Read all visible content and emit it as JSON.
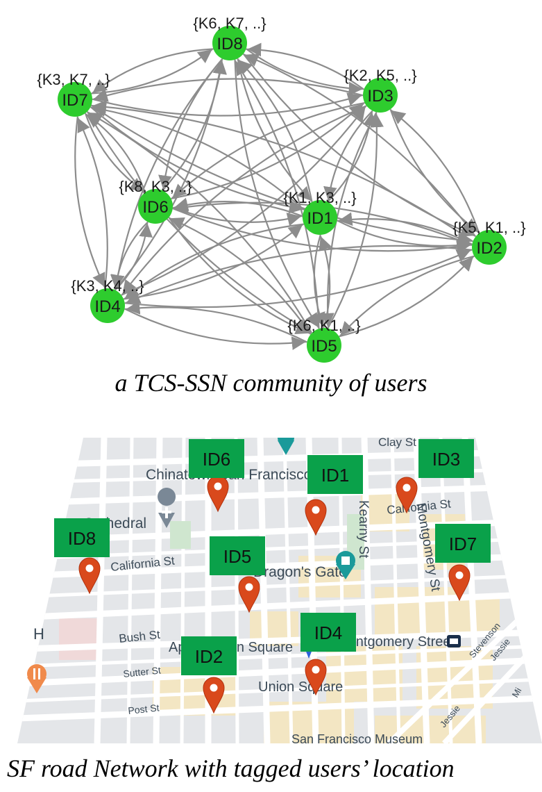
{
  "graph": {
    "nodes": [
      {
        "id": "ID8",
        "keywords": "{K6, K7, ..}"
      },
      {
        "id": "ID7",
        "keywords": "{K3, K7, ..}"
      },
      {
        "id": "ID3",
        "keywords": "{K2, K5, ..}"
      },
      {
        "id": "ID6",
        "keywords": "{K8, K3, ..}"
      },
      {
        "id": "ID1",
        "keywords": "{K1, K3, ..}"
      },
      {
        "id": "ID2",
        "keywords": "{K5, K1, ..}"
      },
      {
        "id": "ID4",
        "keywords": "{K3, K4, ..}"
      },
      {
        "id": "ID5",
        "keywords": "{K6, K1, ..}"
      }
    ],
    "colors": {
      "node": "#2ecc2e",
      "edge": "#8c8c8c"
    }
  },
  "captions": {
    "top": "a TCS-SSN community of users",
    "bottom": "SF road Network with tagged users’ location"
  },
  "map": {
    "streets": {
      "clay": "Clay St",
      "chinatown": "Chinatown San Francisco",
      "kearny": "Kearny St",
      "california_left": "California St",
      "california_right": "California St",
      "montgomery": "Montgomery St",
      "cathedral": "Cathedral",
      "dragons_gate": "Dragon's Gate",
      "bush": "Bush St",
      "union_square_area": "Apple Union Square",
      "montgomery_station": "Montgomery Street",
      "sutter": "Sutter St",
      "union_square": "Union Square",
      "post": "Post St",
      "museum": "San Francisco Museum",
      "stevenson": "Stevenson",
      "jessie_right": "Jessie",
      "jessie": "Jessie",
      "mi": "Mi",
      "h": "H"
    },
    "tags": [
      "ID6",
      "ID1",
      "ID3",
      "ID8",
      "ID5",
      "ID7",
      "ID4",
      "ID2"
    ],
    "colors": {
      "tag_box": "#0aa14a",
      "pin": "#d9491c",
      "road": "#ffffff",
      "block": "#e6e8ea",
      "building": "#f4e7c4"
    }
  }
}
